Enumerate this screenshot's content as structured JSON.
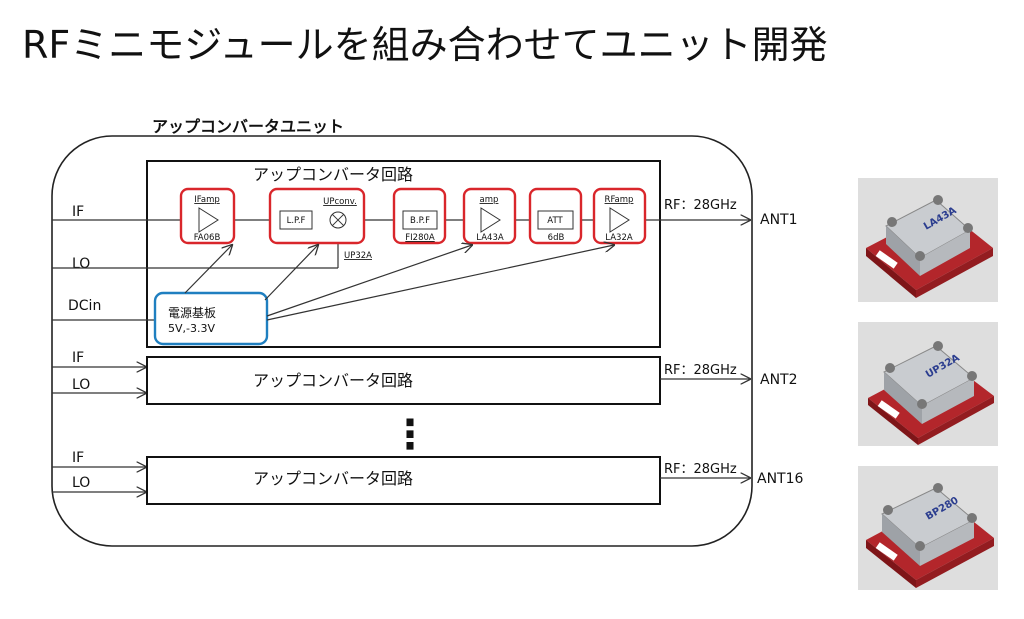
{
  "title": "RFミニモジュールを組み合わせてユニット開発",
  "unit_label": "アップコンバータユニット",
  "circuit_label": "アップコンバータ回路",
  "inputs": {
    "if": "IF",
    "lo": "LO",
    "dc": "DCin"
  },
  "blocks": {
    "ifamp": {
      "top": "IFamp",
      "bottom": "FA06B"
    },
    "lpf": "L.P.F",
    "upconv": {
      "top": "UPconv.",
      "bottom": "UP32A"
    },
    "bpf": {
      "label": "B.P.F",
      "bottom": "FI280A"
    },
    "amp": {
      "top": "amp",
      "bottom": "LA43A"
    },
    "att": {
      "label": "ATT",
      "bottom": "6dB"
    },
    "rfamp": {
      "top": "RFamp",
      "bottom": "LA32A"
    }
  },
  "power": {
    "title": "電源基板",
    "voltage": "5V,-3.3V"
  },
  "rf_label": "RF：28GHz",
  "outputs": [
    "ANT1",
    "ANT2",
    "ANT16"
  ],
  "ellipsis": "⋮",
  "photos": [
    {
      "name": "la43a-module-photo",
      "marking": "LA43A"
    },
    {
      "name": "up32a-module-photo",
      "marking": "UP32A"
    },
    {
      "name": "bp280-module-photo",
      "marking": "BP280"
    }
  ],
  "colors": {
    "red_box": "#d9262b",
    "blue_box": "#1f7fc0",
    "line": "#333333"
  }
}
